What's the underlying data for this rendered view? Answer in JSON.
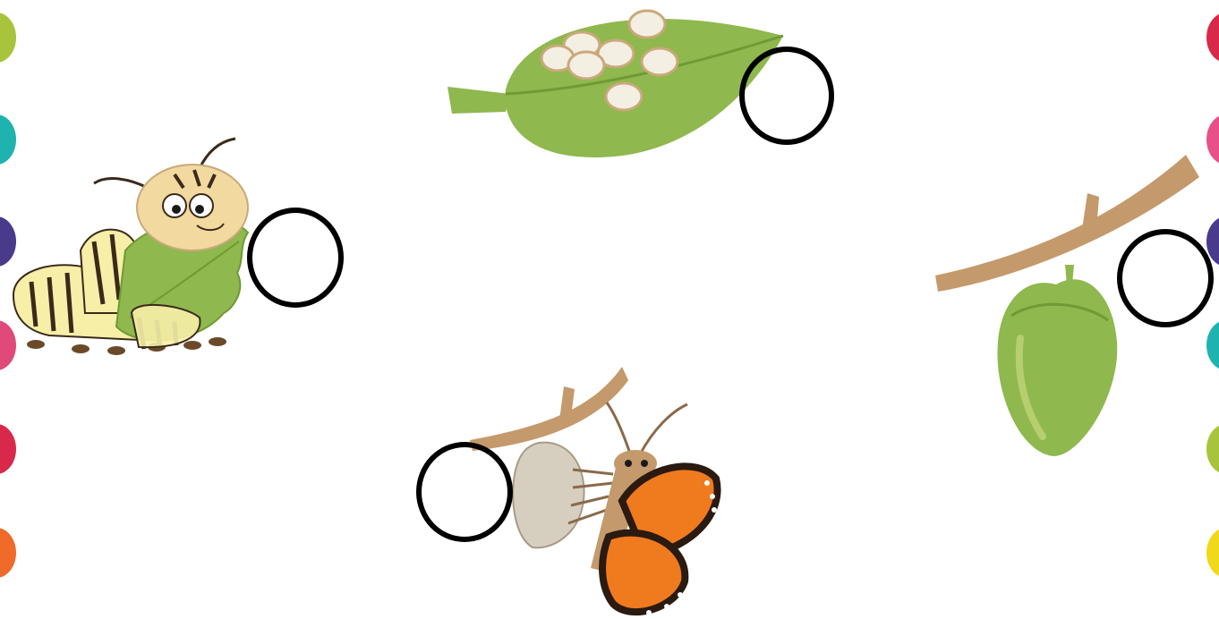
{
  "stages": [
    {
      "name": "eggs",
      "icon": "eggs-on-leaf-icon"
    },
    {
      "name": "caterpillar",
      "icon": "caterpillar-eating-leaf-icon"
    },
    {
      "name": "chrysalis",
      "icon": "chrysalis-on-branch-icon"
    },
    {
      "name": "butterfly",
      "icon": "butterfly-emerging-icon"
    }
  ],
  "answer_circles": [
    "",
    "",
    "",
    ""
  ],
  "colors": {
    "leaf": "#8fb84e",
    "leaf_dark": "#6f9a34",
    "egg": "#f4efe3",
    "egg_rim": "#c9a97a",
    "branch": "#c49a6c",
    "caterpillar_body": "#f7efa8",
    "caterpillar_stripe": "#3b2a1a",
    "butterfly_orange": "#f07a1e",
    "circle_outline": "#000000"
  },
  "left_dots": [
    "#a8c43c",
    "#1fb3b0",
    "#4a3a8c",
    "#e04a7a",
    "#d8294a",
    "#f06a2a"
  ],
  "right_dots": [
    "#d8294a",
    "#e8508a",
    "#4a3a8c",
    "#1fb3b0",
    "#a8c43c",
    "#f0d81a"
  ]
}
